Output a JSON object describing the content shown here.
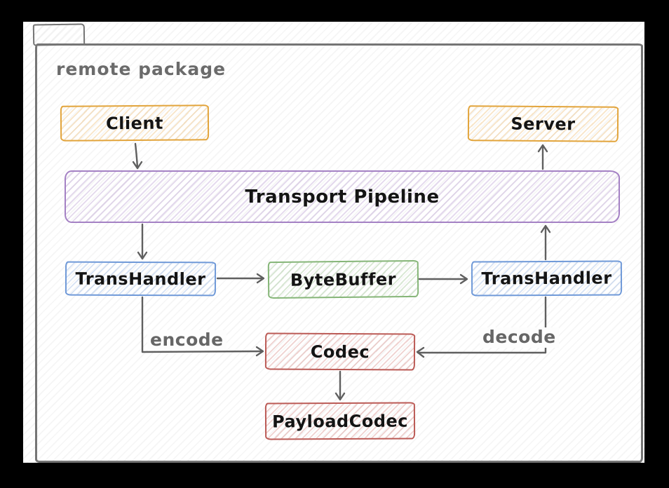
{
  "package": {
    "title": "remote package"
  },
  "nodes": {
    "client": {
      "label": "Client",
      "border": "#e2a43b",
      "hatch": "rgba(233,168,73,0.30)"
    },
    "server": {
      "label": "Server",
      "border": "#e2a43b",
      "hatch": "rgba(233,168,73,0.30)"
    },
    "pipeline": {
      "label": "Transport Pipeline",
      "border": "#a481c4",
      "hatch": "rgba(164,129,196,0.30)"
    },
    "transhandler_left": {
      "label": "TransHandler",
      "border": "#6f99d8",
      "hatch": "rgba(111,153,216,0.28)"
    },
    "bytebuffer": {
      "label": "ByteBuffer",
      "border": "#85b577",
      "hatch": "rgba(133,181,119,0.32)"
    },
    "transhandler_right": {
      "label": "TransHandler",
      "border": "#6f99d8",
      "hatch": "rgba(111,153,216,0.28)"
    },
    "codec": {
      "label": "Codec",
      "border": "#bb5a55",
      "hatch": "rgba(203,106,100,0.30)"
    },
    "payloadcodec": {
      "label": "PayloadCodec",
      "border": "#bb5a55",
      "hatch": "rgba(203,106,100,0.30)"
    }
  },
  "edges": [
    {
      "from": "client",
      "to": "pipeline",
      "label": ""
    },
    {
      "from": "pipeline",
      "to": "transhandler_left",
      "label": ""
    },
    {
      "from": "transhandler_left",
      "to": "bytebuffer",
      "label": ""
    },
    {
      "from": "bytebuffer",
      "to": "transhandler_right",
      "label": ""
    },
    {
      "from": "transhandler_right",
      "to": "pipeline",
      "label": ""
    },
    {
      "from": "pipeline",
      "to": "server",
      "label": ""
    },
    {
      "from": "transhandler_left",
      "to": "codec",
      "label": "encode"
    },
    {
      "from": "transhandler_right",
      "to": "codec",
      "label": "decode"
    },
    {
      "from": "codec",
      "to": "payloadcodec",
      "label": ""
    }
  ],
  "colors": {
    "frame_bg": "#000000",
    "canvas_bg": "#ffffff",
    "folder_outline": "#757575",
    "arrow": "#5f5f5f",
    "title_text": "#6b6b6b",
    "node_text": "#141414",
    "edge_label_text": "#666666"
  }
}
